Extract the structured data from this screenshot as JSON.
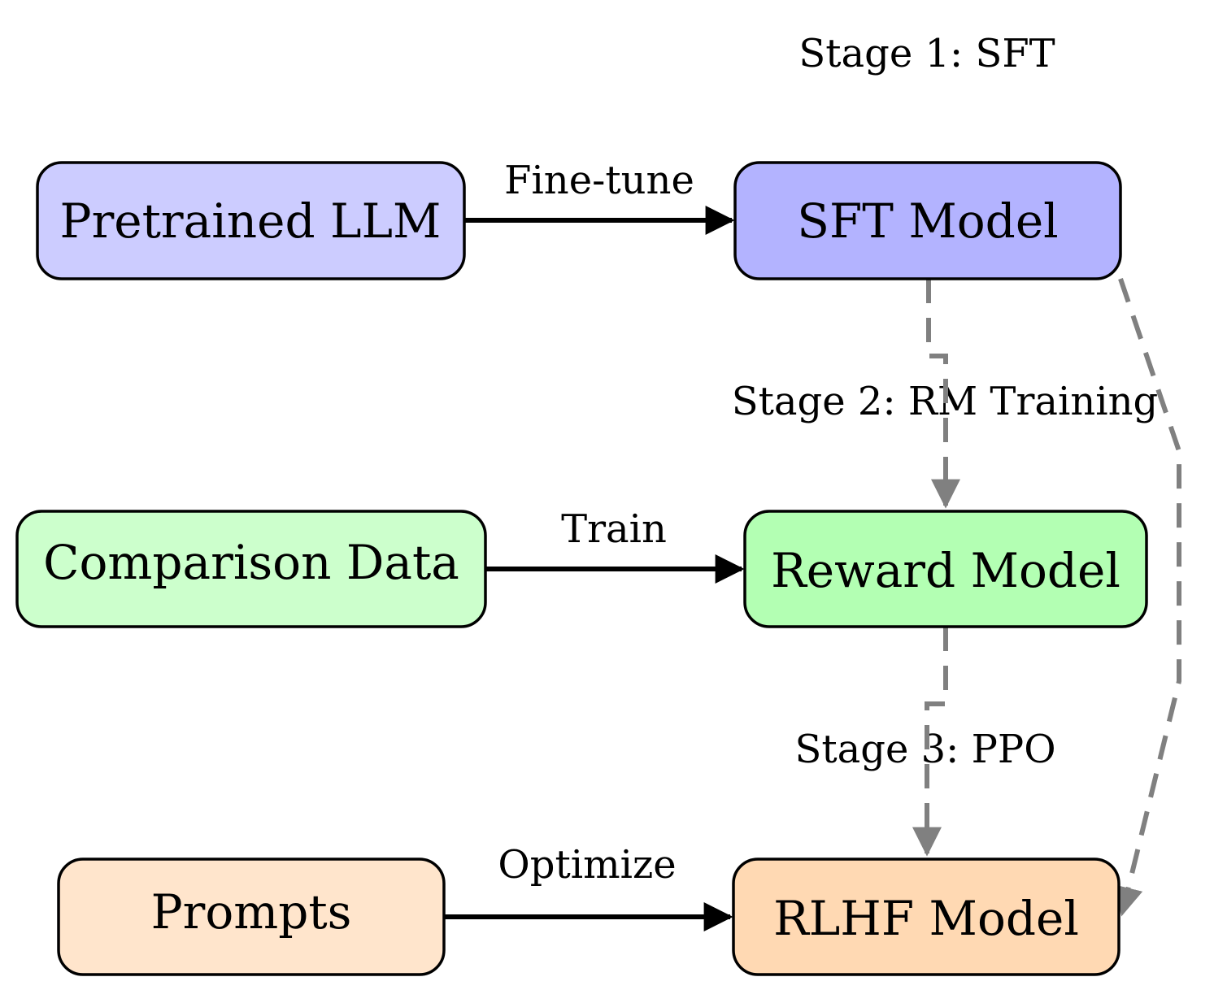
{
  "stages": {
    "stage1": "Stage 1: SFT",
    "stage2": "Stage 2: RM Training",
    "stage3": "Stage 3: PPO"
  },
  "nodes": {
    "pretrained": "Pretrained LLM",
    "sft_model": "SFT Model",
    "comparison_data": "Comparison Data",
    "reward_model": "Reward Model",
    "prompts": "Prompts",
    "rlhf_model": "RLHF Model"
  },
  "edges": {
    "fine_tune": "Fine-tune",
    "train": "Train",
    "optimize": "Optimize"
  },
  "colors": {
    "stage1_light": "#ccccff",
    "stage1_dark": "#b3b3ff",
    "stage2_light": "#ccffcc",
    "stage2_dark": "#b3ffb3",
    "stage3_light": "#ffe5cc",
    "stage3_dark": "#ffd9b3",
    "solid_arrow": "#000000",
    "dashed_arrow": "#808080"
  }
}
